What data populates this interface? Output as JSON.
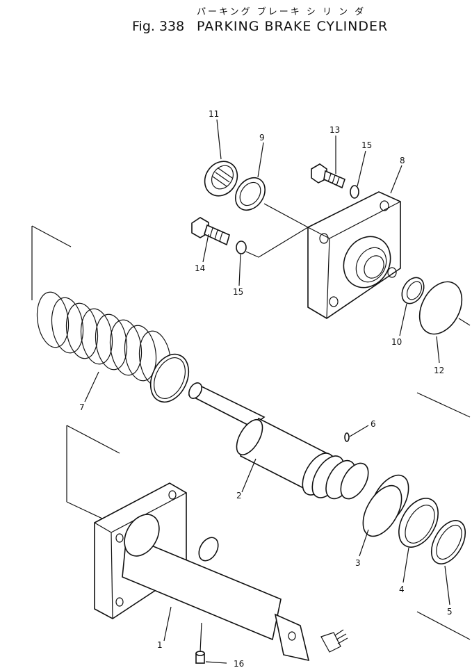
{
  "header": {
    "jp_title": "パーキング ブレーキ シ リ ン ダ",
    "fig_number": "Fig. 338",
    "fig_title": "PARKING BRAKE CYLINDER"
  },
  "callouts": {
    "c1": "1",
    "c2": "2",
    "c3": "3",
    "c4": "4",
    "c5": "5",
    "c6": "6",
    "c7": "7",
    "c8": "8",
    "c9": "9",
    "c10": "10",
    "c11": "11",
    "c12": "12",
    "c13": "13",
    "c14": "14",
    "c15a": "15",
    "c15b": "15",
    "c16": "16"
  }
}
